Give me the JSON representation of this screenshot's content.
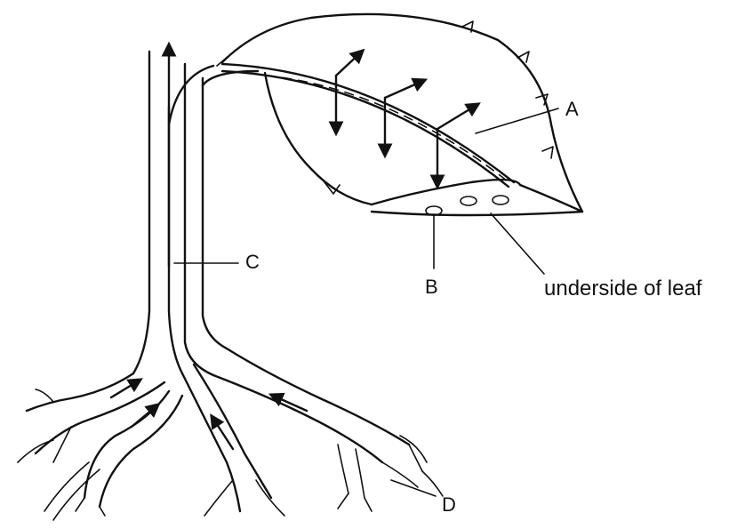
{
  "labels": {
    "a": "A",
    "b": "B",
    "c": "C",
    "d": "D",
    "underside": "underside of leaf"
  },
  "colors": {
    "ink": "#111111",
    "background": "#ffffff"
  }
}
